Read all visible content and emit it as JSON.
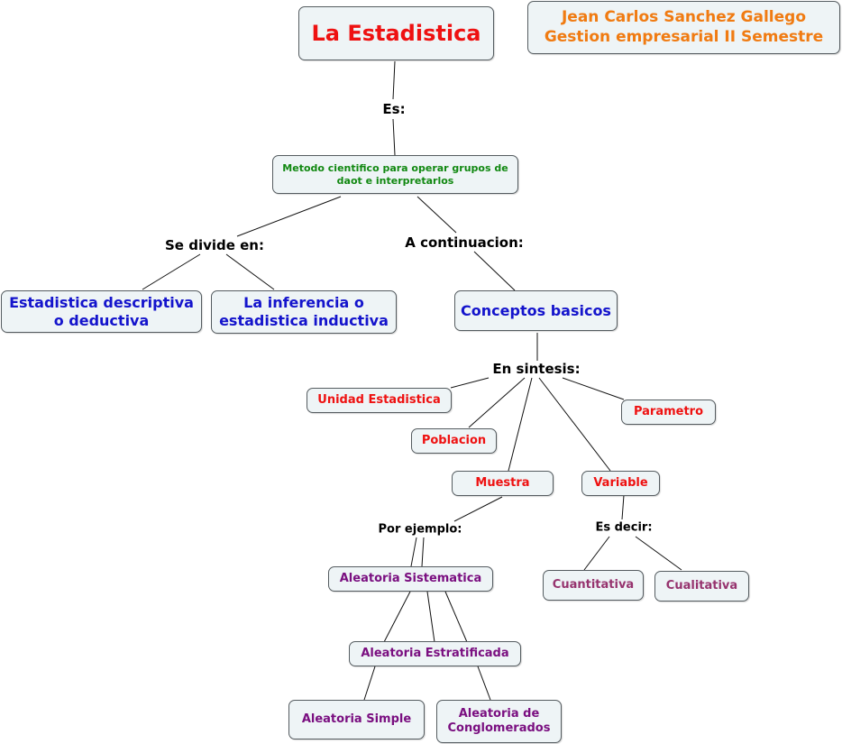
{
  "author": {
    "name": "Jean Carlos Sanchez Gallego",
    "program": "Gestion empresarial II Semestre"
  },
  "nodes": {
    "root": "La Estadistica",
    "definition": "Metodo cientifico para operar grupos de daot e interpretarlos",
    "descriptive": "Estadistica descriptiva o deductiva",
    "inferential": "La inferencia o estadistica inductiva",
    "basic_concepts": "Conceptos basicos",
    "statistical_unit": "Unidad Estadistica",
    "population": "Poblacion",
    "sample": "Muestra",
    "variable": "Variable",
    "parameter": "Parametro",
    "systematic": "Aleatoria Sistematica",
    "stratified": "Aleatoria Estratificada",
    "simple": "Aleatoria Simple",
    "cluster": "Aleatoria de Conglomerados",
    "quantitative": "Cuantitativa",
    "qualitative": "Cualitativa"
  },
  "links": {
    "is": "Es:",
    "divides_into": "Se divide en:",
    "next": "A continuacion:",
    "in_summary": "En sintesis:",
    "for_example": "Por ejemplo:",
    "that_is": "Es decir:"
  },
  "colors": {
    "root": "#ee1111",
    "author": "#f07b12",
    "definition": "#118811",
    "branch": "#1414cc",
    "concept": "#ee1111",
    "sampling": "#7a0f80",
    "variable_type": "#96336e",
    "line": "#111111",
    "node_fill": "#eef4f6"
  }
}
